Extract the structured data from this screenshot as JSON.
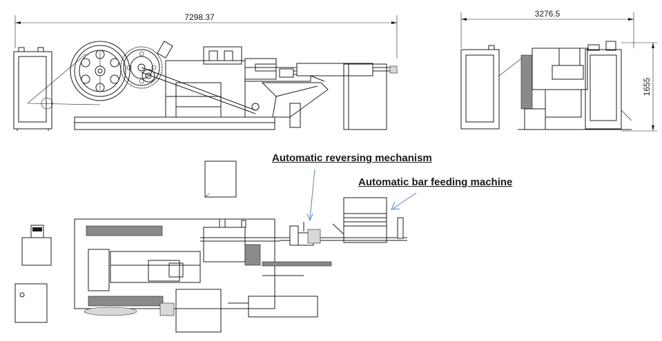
{
  "dimensions": {
    "front_length": "7298.37",
    "side_width": "3276.5",
    "side_height": "1655"
  },
  "annotations": {
    "reversing": "Automatic reversing mechanism",
    "bar_feeding": "Automatic bar feeding machine"
  },
  "colors": {
    "line": "#1a1a1a",
    "arrow": "#5b7fb5"
  }
}
